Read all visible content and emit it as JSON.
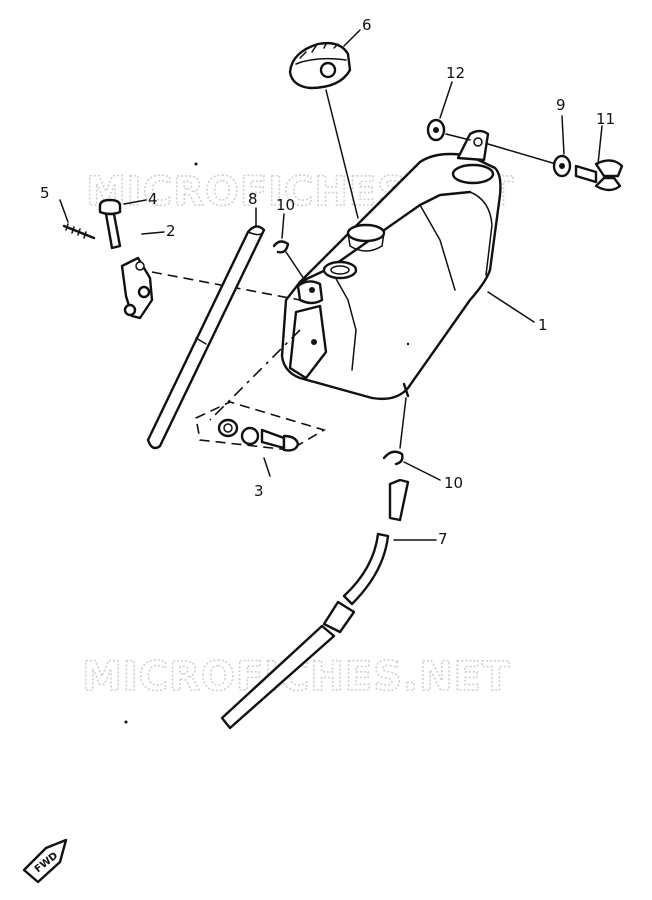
{
  "watermark": {
    "top": "MICROFICHES.NET",
    "bottom": "MICROFICHES.NET"
  },
  "callouts": [
    {
      "id": "c1",
      "label": "1"
    },
    {
      "id": "c2",
      "label": "2"
    },
    {
      "id": "c3",
      "label": "3"
    },
    {
      "id": "c4",
      "label": "4"
    },
    {
      "id": "c5",
      "label": "5"
    },
    {
      "id": "c6",
      "label": "6"
    },
    {
      "id": "c7",
      "label": "7"
    },
    {
      "id": "c8",
      "label": "8"
    },
    {
      "id": "c9",
      "label": "9"
    },
    {
      "id": "c10a",
      "label": "10"
    },
    {
      "id": "c10b",
      "label": "10"
    },
    {
      "id": "c11",
      "label": "11"
    },
    {
      "id": "c12",
      "label": "12"
    }
  ],
  "front_marker": "FWD"
}
